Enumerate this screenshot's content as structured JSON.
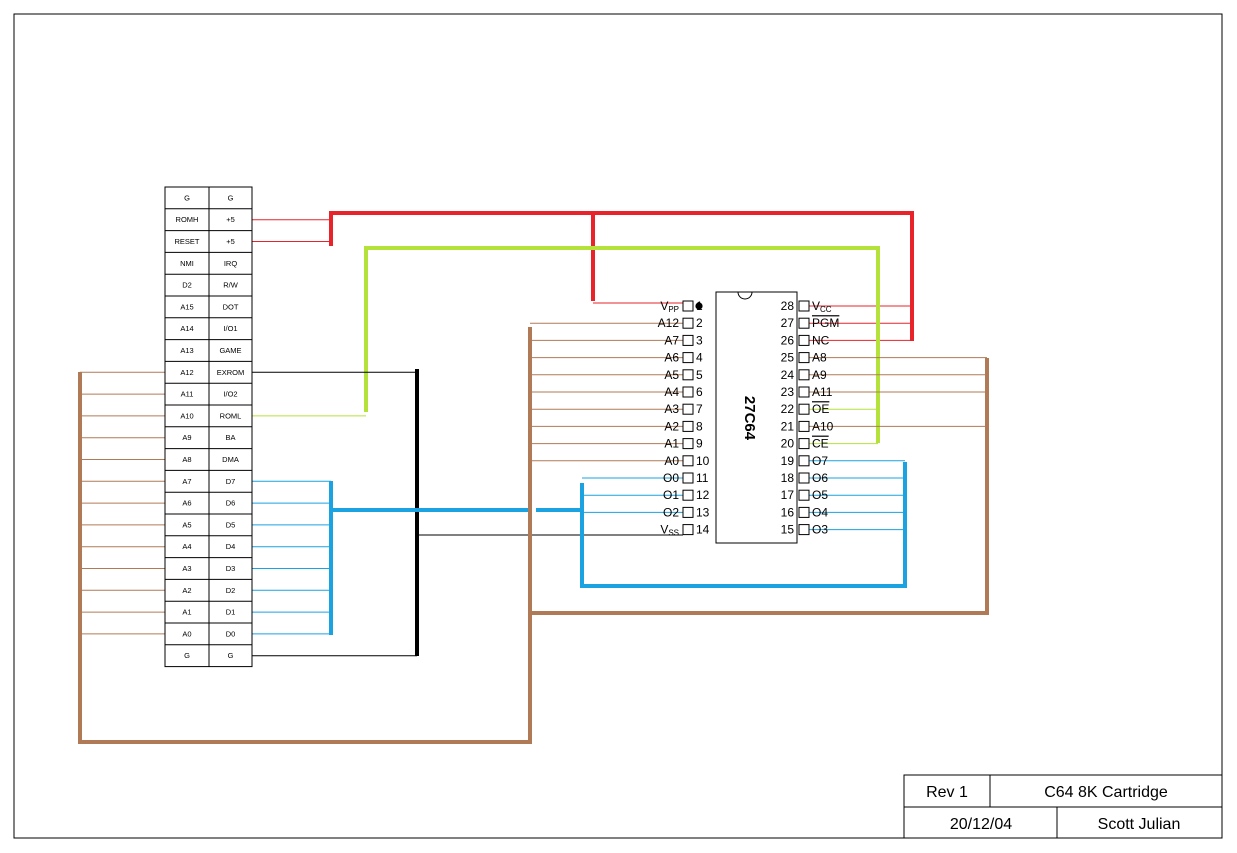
{
  "connector": {
    "rows": [
      [
        "G",
        "G"
      ],
      [
        "ROMH",
        "+5"
      ],
      [
        "RESET",
        "+5"
      ],
      [
        "NMI",
        "IRQ"
      ],
      [
        "D2",
        "R/W"
      ],
      [
        "A15",
        "DOT"
      ],
      [
        "A14",
        "I/O1"
      ],
      [
        "A13",
        "GAME"
      ],
      [
        "A12",
        "EXROM"
      ],
      [
        "A11",
        "I/O2"
      ],
      [
        "A10",
        "ROML"
      ],
      [
        "A9",
        "BA"
      ],
      [
        "A8",
        "DMA"
      ],
      [
        "A7",
        "D7"
      ],
      [
        "A6",
        "D6"
      ],
      [
        "A5",
        "D5"
      ],
      [
        "A4",
        "D4"
      ],
      [
        "A3",
        "D3"
      ],
      [
        "A2",
        "D2"
      ],
      [
        "A1",
        "D1"
      ],
      [
        "A0",
        "D0"
      ],
      [
        "G",
        "G"
      ]
    ]
  },
  "chip": {
    "name": "27C64",
    "left_pins": [
      {
        "num": "1",
        "label": "V",
        "sub": "PP"
      },
      {
        "num": "2",
        "label": "A12"
      },
      {
        "num": "3",
        "label": "A7"
      },
      {
        "num": "4",
        "label": "A6"
      },
      {
        "num": "5",
        "label": "A5"
      },
      {
        "num": "6",
        "label": "A4"
      },
      {
        "num": "7",
        "label": "A3"
      },
      {
        "num": "8",
        "label": "A2"
      },
      {
        "num": "9",
        "label": "A1"
      },
      {
        "num": "10",
        "label": "A0"
      },
      {
        "num": "11",
        "label": "O0"
      },
      {
        "num": "12",
        "label": "O1"
      },
      {
        "num": "13",
        "label": "O2"
      },
      {
        "num": "14",
        "label": "V",
        "sub": "SS"
      }
    ],
    "right_pins": [
      {
        "num": "28",
        "label": "V",
        "sub": "CC"
      },
      {
        "num": "27",
        "label": "PGM",
        "overline": true
      },
      {
        "num": "26",
        "label": "NC"
      },
      {
        "num": "25",
        "label": "A8"
      },
      {
        "num": "24",
        "label": "A9"
      },
      {
        "num": "23",
        "label": "A11"
      },
      {
        "num": "22",
        "label": "OE",
        "overline": true
      },
      {
        "num": "21",
        "label": "A10"
      },
      {
        "num": "20",
        "label": "CE",
        "overline": true
      },
      {
        "num": "19",
        "label": "O7"
      },
      {
        "num": "18",
        "label": "O6"
      },
      {
        "num": "17",
        "label": "O5"
      },
      {
        "num": "16",
        "label": "O4"
      },
      {
        "num": "15",
        "label": "O3"
      }
    ]
  },
  "title_block": {
    "rev": "Rev 1",
    "title": "C64 8K Cartridge",
    "date": "20/12/04",
    "author": "Scott Julian"
  },
  "colors": {
    "power": "#e8232a",
    "roml": "#b5e23a",
    "data": "#1aa3e0",
    "ground": "#000000",
    "address": "#b07a56"
  }
}
